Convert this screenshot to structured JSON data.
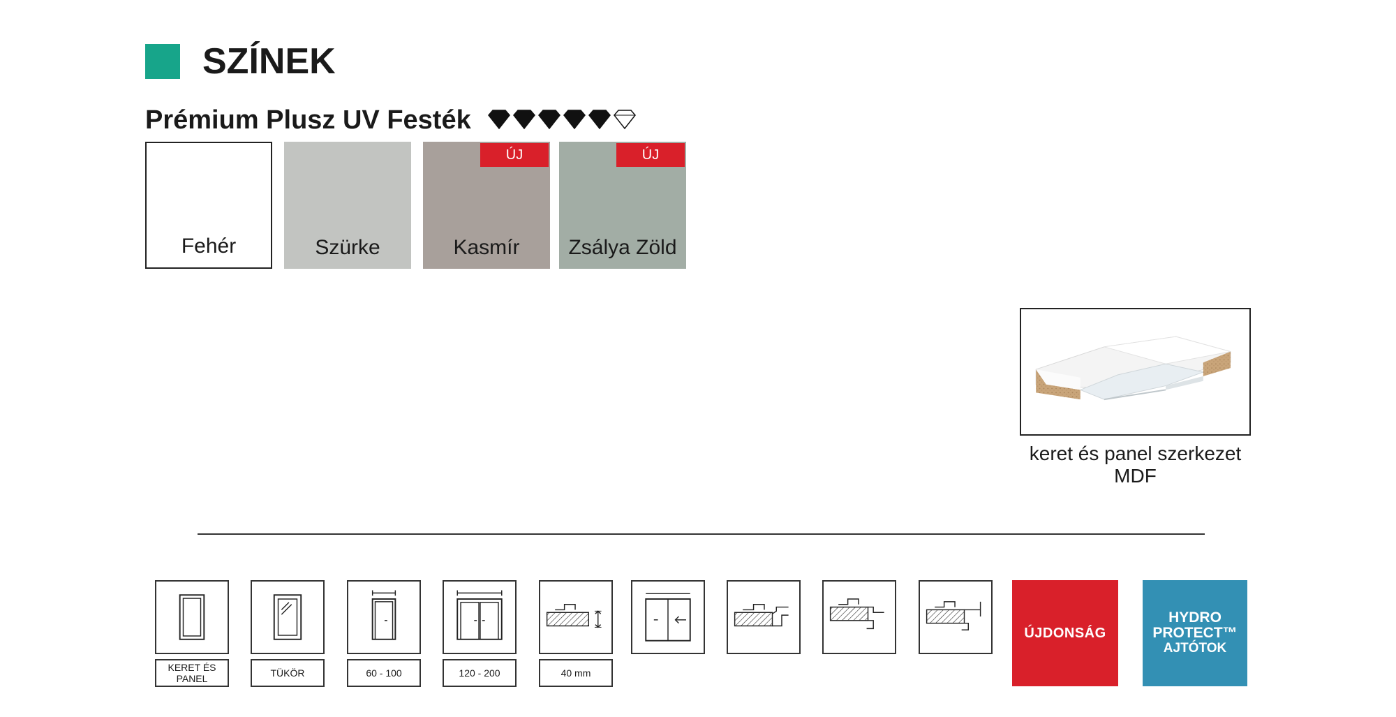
{
  "header": {
    "title": "SZÍNEK",
    "accent_color": "#17a58a"
  },
  "paint": {
    "name": "Prémium Plusz UV Festék",
    "rating": {
      "filled": 5,
      "max": 6
    }
  },
  "swatches": [
    {
      "label": "Fehér",
      "color": "#ffffff",
      "new": ""
    },
    {
      "label": "Szürke",
      "color": "#c2c4c1",
      "new": ""
    },
    {
      "label": "Kasmír",
      "color": "#a8a09b",
      "new": "ÚJ"
    },
    {
      "label": "Zsálya Zöld",
      "color": "#a2ada5",
      "new": "ÚJ"
    }
  ],
  "structure": {
    "line1": "keret és panel szerkezet",
    "line2": "MDF"
  },
  "features": [
    {
      "icon": "frame-panel-door-icon",
      "label": "KERET ÉS PANEL"
    },
    {
      "icon": "mirror-door-icon",
      "label": "TÜKÖR"
    },
    {
      "icon": "single-door-width-icon",
      "label": "60 - 100"
    },
    {
      "icon": "double-door-width-icon",
      "label": "120 - 200"
    },
    {
      "icon": "door-thickness-icon",
      "label": "40 mm"
    },
    {
      "icon": "sliding-door-icon",
      "label": ""
    },
    {
      "icon": "rebate-profile-1-icon",
      "label": ""
    },
    {
      "icon": "rebate-profile-2-icon",
      "label": ""
    },
    {
      "icon": "rebate-profile-3-icon",
      "label": ""
    }
  ],
  "badges": {
    "new": "ÚJDONSÁG",
    "hydro": {
      "line1": "HYDRO",
      "line2": "PROTECT™",
      "line3": "AJTÓTOK",
      "color": "#3390b4"
    },
    "new_color": "#d9202a"
  }
}
